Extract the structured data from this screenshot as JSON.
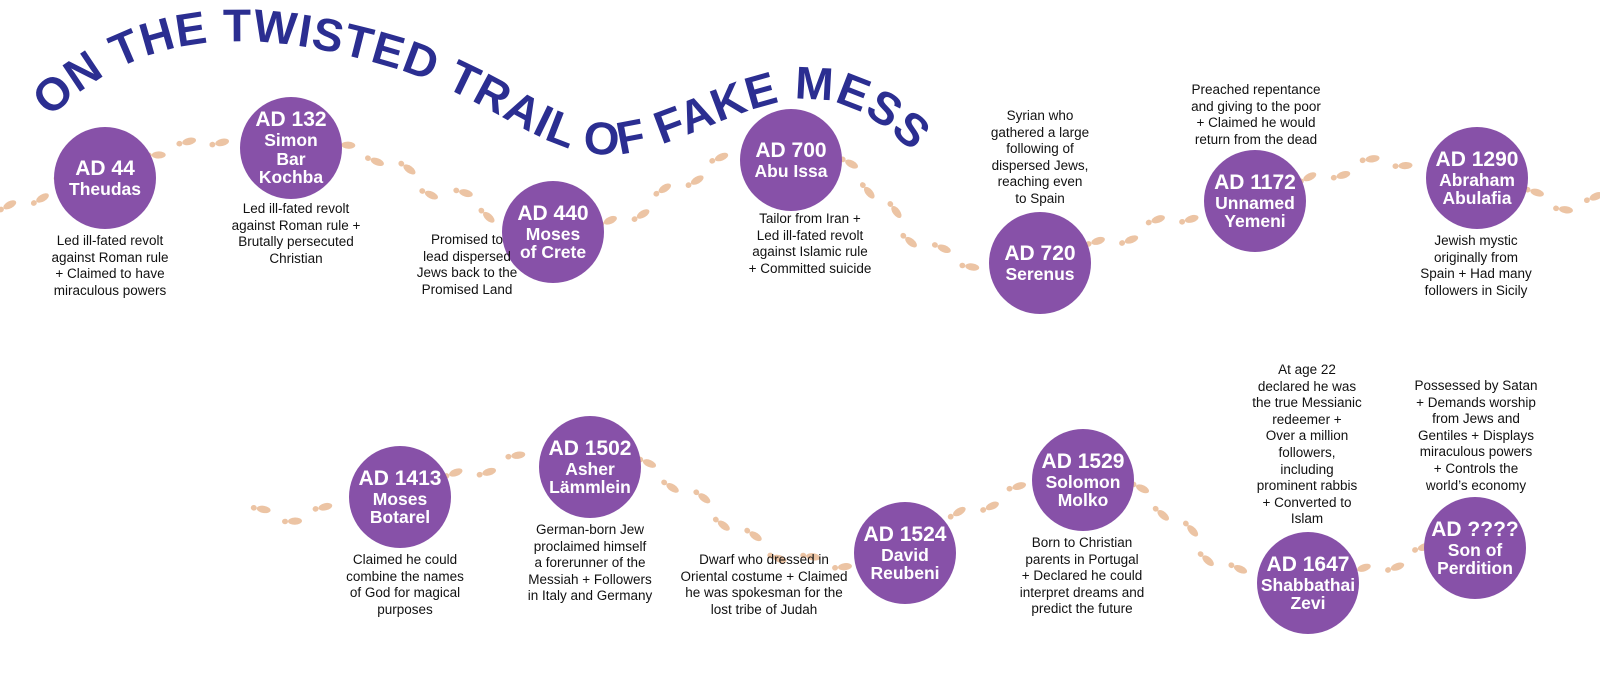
{
  "title": "ON THE TWISTED TRAIL OF FAKE MESSIAHS",
  "colors": {
    "title": "#2b2e91",
    "node": "#8751a8",
    "footprint": "#ecc4a4",
    "text": "#111111"
  },
  "messiahs": [
    {
      "year": "AD 44",
      "name": "Theudas",
      "desc": "Led ill-fated revolt\nagainst Roman rule\n+ Claimed to have\nmiraculous powers"
    },
    {
      "year": "AD 132",
      "name": "Simon\nBar\nKochba",
      "desc": "Led ill-fated revolt\nagainst Roman rule +\nBrutally persecuted\nChristian"
    },
    {
      "year": "AD 440",
      "name": "Moses\nof Crete",
      "desc": "Promised to\nlead dispersed\nJews back to the\nPromised Land"
    },
    {
      "year": "AD 700",
      "name": "Abu Issa",
      "desc": "Tailor from Iran +\nLed ill-fated revolt\nagainst Islamic rule\n+ Committed suicide"
    },
    {
      "year": "AD 720",
      "name": "Serenus",
      "desc": "Syrian who\ngathered a large\nfollowing of\ndispersed Jews,\nreaching even\nto Spain"
    },
    {
      "year": "AD 1172",
      "name": "Unnamed\nYemeni",
      "desc": "Preached repentance\nand giving to the poor\n+ Claimed he would\nreturn from the dead"
    },
    {
      "year": "AD 1290",
      "name": "Abraham\nAbulafia",
      "desc": "Jewish mystic\noriginally from\nSpain + Had many\nfollowers in Sicily"
    },
    {
      "year": "AD 1413",
      "name": "Moses\nBotarel",
      "desc": "Claimed he could\ncombine the names\nof God for magical\npurposes"
    },
    {
      "year": "AD 1502",
      "name": "Asher\nLämmlein",
      "desc": "German-born Jew\nproclaimed himself\na forerunner of the\nMessiah + Followers\nin Italy and Germany"
    },
    {
      "year": "AD 1524",
      "name": "David\nReubeni",
      "desc": "Dwarf who dressed in\nOriental costume + Claimed\nhe was spokesman for the\nlost tribe of Judah"
    },
    {
      "year": "AD 1529",
      "name": "Solomon\nMolko",
      "desc": "Born to Christian\nparents in Portugal\n+ Declared he could\ninterpret dreams and\npredict the future"
    },
    {
      "year": "AD 1647",
      "name": "Shabbathai\nZevi",
      "desc": "At age 22\ndeclared he was\nthe true Messianic\nredeemer +\nOver a million\nfollowers,\nincluding\nprominent rabbis\n+ Converted to\nIslam"
    },
    {
      "year": "AD ????",
      "name": "Son of\nPerdition",
      "desc": "Possessed by Satan\n+ Demands worship\nfrom Jews and\nGentiles + Displays\nmiraculous powers\n+ Controls the\nworld’s economy"
    }
  ]
}
